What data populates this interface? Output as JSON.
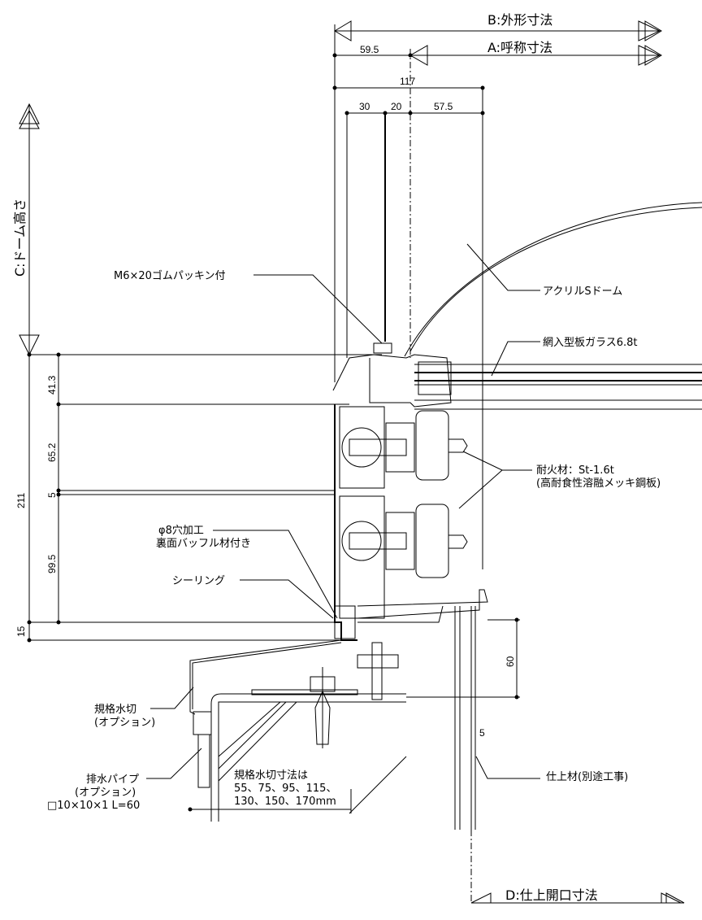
{
  "dimensions": {
    "B": "B:外形寸法",
    "A": "A:呼称寸法",
    "C": "C:ドーム高さ",
    "D": "D:仕上開口寸法",
    "d59_5": "59.5",
    "d117": "117",
    "d30": "30",
    "d20": "20",
    "d57_5": "57.5",
    "d41_3": "41.3",
    "d65_2": "65.2",
    "d5": "5",
    "d99_5": "99.5",
    "d211": "211",
    "d15": "15",
    "d60": "60",
    "d5b": "5"
  },
  "callouts": {
    "bolt": "M6×20ゴムパッキン付",
    "dome": "アクリルSドーム",
    "glass": "網入型板ガラス6.8t",
    "fireproof_1": "耐火材：St-1.6t",
    "fireproof_2": "(高耐食性溶融メッキ鋼板)",
    "hole_1": "φ8穴加工",
    "hole_2": "裏面バッフル材付き",
    "sealing": "シーリング",
    "flashing_1": "規格水切",
    "flashing_2": "(オプション)",
    "drain_1": "排水パイプ",
    "drain_2": "(オプション)",
    "drain_3": "□10×10×1 L=60",
    "flash_sizes_1": "規格水切寸法は",
    "flash_sizes_2": "55、75、95、115、",
    "flash_sizes_3": "130、150、170mm",
    "finish": "仕上材(別途工事)"
  }
}
